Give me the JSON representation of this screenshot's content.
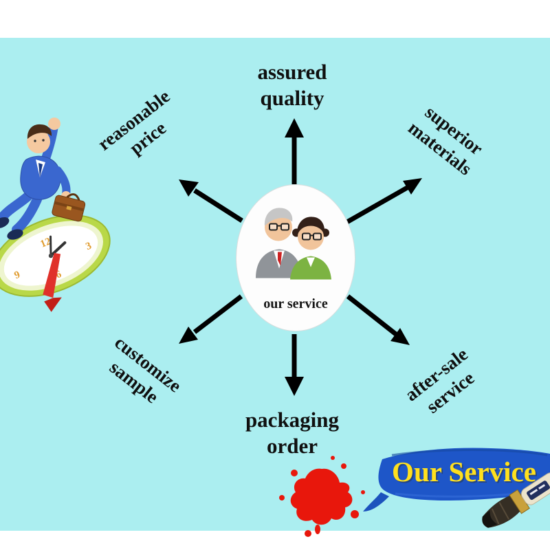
{
  "colors": {
    "background": "#abeef0",
    "frame": "#ffffff",
    "text": "#101010",
    "arrow": "#000000",
    "banner_bg": "#1e56c8",
    "banner_text": "#ffe01e",
    "splatter": "#e8170c"
  },
  "center": {
    "label": "our service",
    "icon": "people-icon"
  },
  "spokes": {
    "top": {
      "line1": "assured",
      "line2": "quality"
    },
    "top_left": {
      "line1": "reasonable",
      "line2": "price"
    },
    "top_right": {
      "line1": "superior",
      "line2": "materials"
    },
    "bottom_left": {
      "line1": "customize",
      "line2": "sample"
    },
    "bottom_right": {
      "line1": "after-sale",
      "line2": "service"
    },
    "bottom": {
      "line1": "packaging",
      "line2": "order"
    }
  },
  "banner": {
    "text": "Our Service"
  },
  "icons": {
    "left_illustration": "businessman-clock-icon",
    "splatter": "paint-splatter-icon",
    "brush": "paintbrush-icon"
  }
}
